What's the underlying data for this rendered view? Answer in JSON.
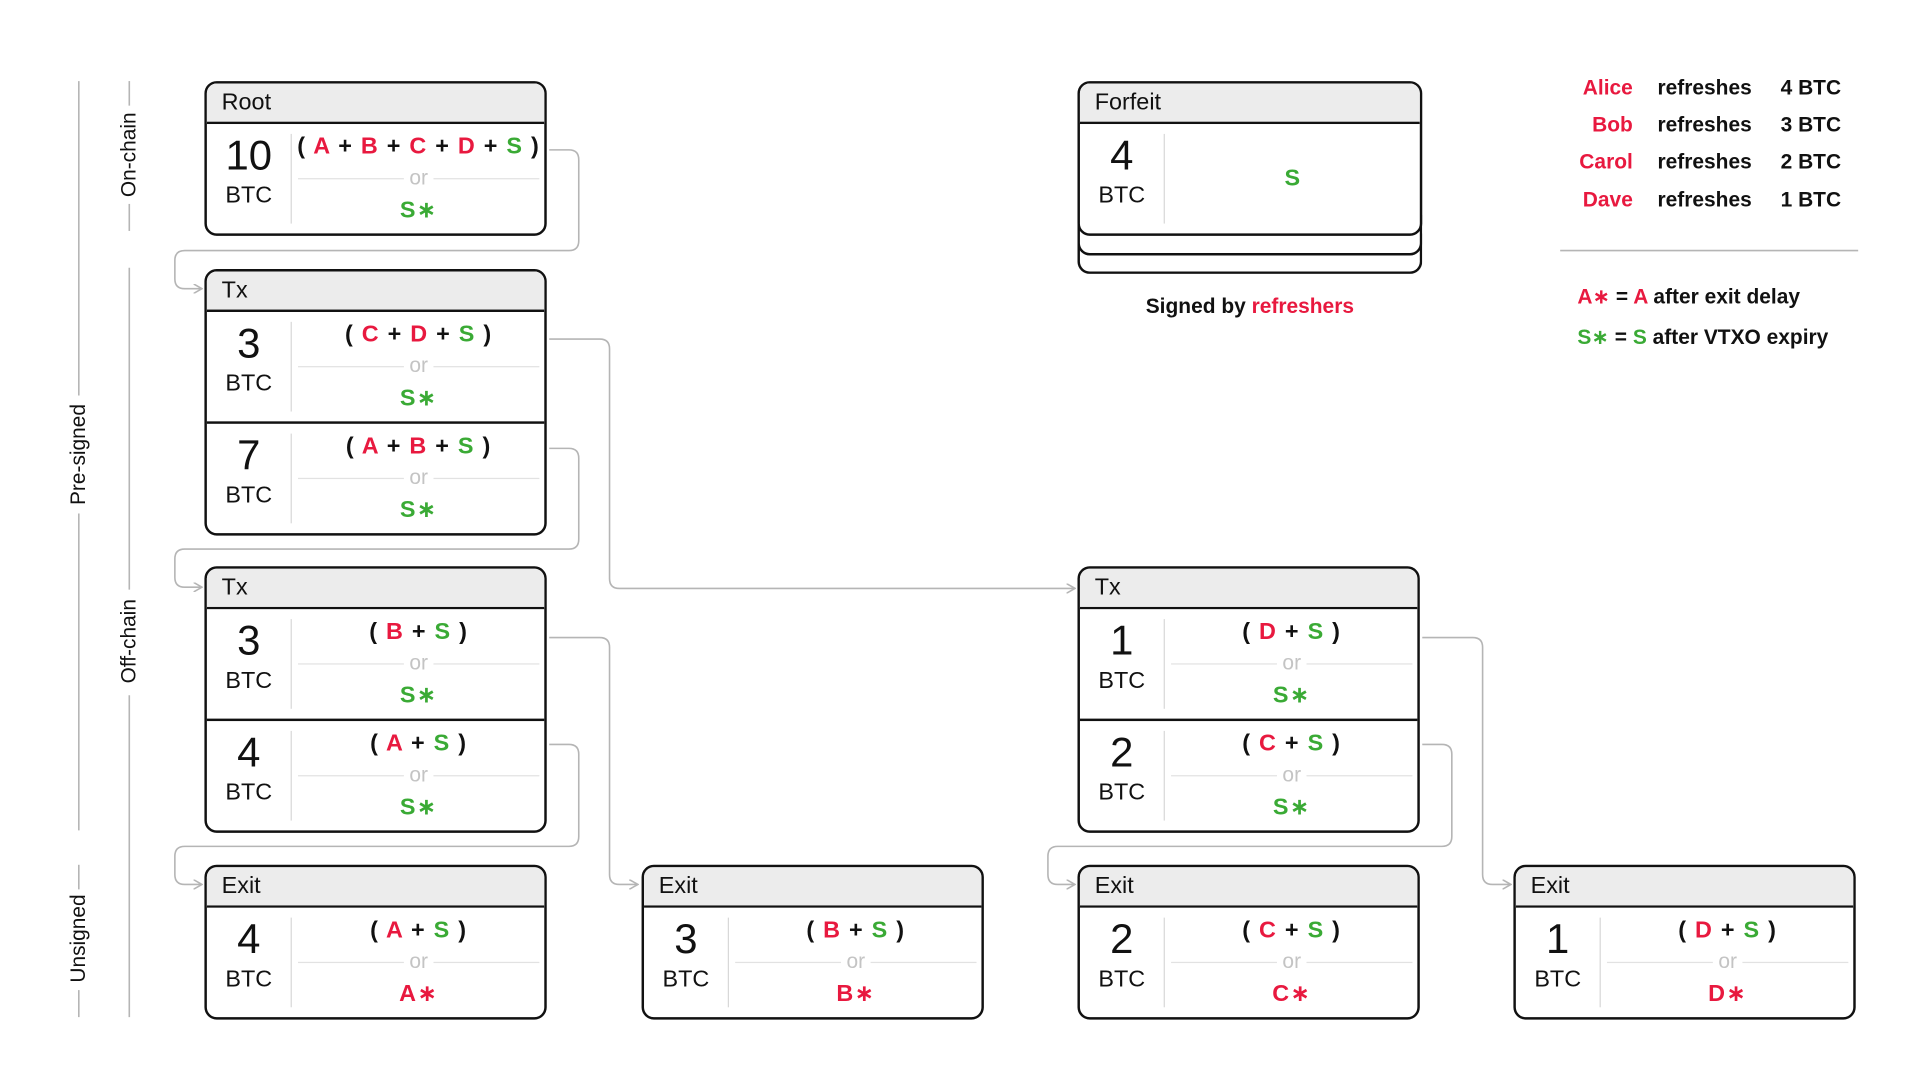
{
  "phases": {
    "on_chain": "On-chain",
    "off_chain": "Off-chain",
    "pre_signed": "Pre-signed",
    "unsigned": "Unsigned"
  },
  "common": {
    "or": "or",
    "btc": "BTC"
  },
  "boxes": {
    "root": {
      "title": "Root",
      "rows": [
        {
          "amount": "10"
        }
      ]
    },
    "tx_left_1": {
      "title": "Tx",
      "rows": [
        {
          "amount": "3"
        },
        {
          "amount": "7"
        }
      ]
    },
    "tx_left_2": {
      "title": "Tx",
      "rows": [
        {
          "amount": "3"
        },
        {
          "amount": "4"
        }
      ]
    },
    "tx_right": {
      "title": "Tx",
      "rows": [
        {
          "amount": "1"
        },
        {
          "amount": "2"
        }
      ]
    },
    "forfeit": {
      "title": "Forfeit",
      "rows": [
        {
          "amount": "4"
        }
      ],
      "signed_by_prefix": "Signed by",
      "signed_by_who": "refreshers"
    },
    "exit_a": {
      "title": "Exit",
      "rows": [
        {
          "amount": "4"
        }
      ]
    },
    "exit_b": {
      "title": "Exit",
      "rows": [
        {
          "amount": "3"
        }
      ]
    },
    "exit_c": {
      "title": "Exit",
      "rows": [
        {
          "amount": "2"
        }
      ]
    },
    "exit_d": {
      "title": "Exit",
      "rows": [
        {
          "amount": "1"
        }
      ]
    }
  },
  "legend": {
    "rows": [
      {
        "name": "Alice",
        "action": "refreshes",
        "amount": "4 BTC"
      },
      {
        "name": "Bob",
        "action": "refreshes",
        "amount": "3 BTC"
      },
      {
        "name": "Carol",
        "action": "refreshes",
        "amount": "2 BTC"
      },
      {
        "name": "Dave",
        "action": "refreshes",
        "amount": "1 BTC"
      }
    ],
    "def1_sym": "A∗",
    "def1_eq": "=",
    "def1_key": "A",
    "def1_text": "after exit delay",
    "def2_sym": "S∗",
    "def2_eq": "=",
    "def2_key": "S",
    "def2_text": "after VTXO expiry"
  },
  "colors": {
    "user": "#e8193f",
    "server": "#3aaa35",
    "border": "#111111",
    "header": "#ececec",
    "wire": "#b5b5b5",
    "muted": "#c4c4c4"
  },
  "conditions": {
    "root": "( A + B + C + D + S ) or S∗",
    "tx_left_1_row1": "( C + D + S ) or S∗",
    "tx_left_1_row2": "( A + B + S ) or S∗",
    "tx_left_2_row1": "( B + S ) or S∗",
    "tx_left_2_row2": "( A + S ) or S∗",
    "tx_right_row1": "( D + S ) or S∗",
    "tx_right_row2": "( C + S ) or S∗",
    "forfeit": "S",
    "exit_a": "( A + S ) or A∗",
    "exit_b": "( B + S ) or B∗",
    "exit_c": "( C + S ) or C∗",
    "exit_d": "( D + S ) or D∗"
  },
  "icons": [
    "arrow-right-icon"
  ]
}
